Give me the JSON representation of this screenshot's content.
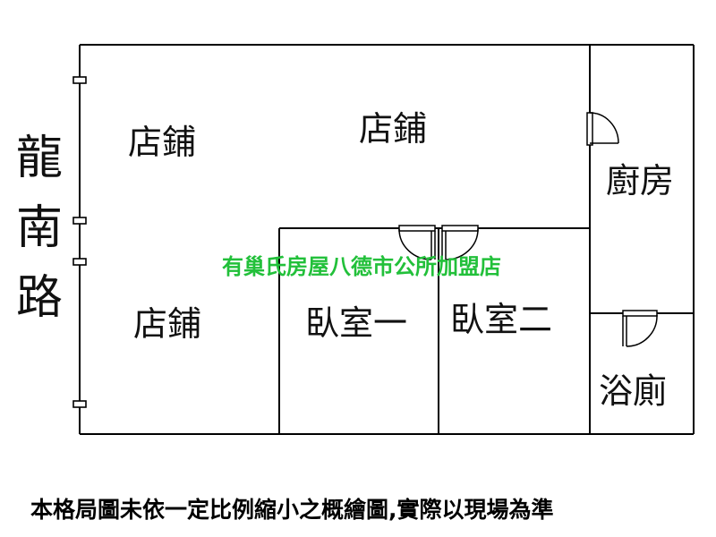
{
  "road": {
    "name": "龍南路"
  },
  "rooms": {
    "shop_top_left": "店鋪",
    "shop_top_center": "店鋪",
    "shop_bottom_left": "店鋪",
    "kitchen": "廚房",
    "bedroom_one": "臥室一",
    "bedroom_two": "臥室二",
    "bathroom": "浴廁"
  },
  "watermark": {
    "text": "有巢氏房屋八德市公所加盟店",
    "color": "#22c03a"
  },
  "disclaimer": {
    "text": "本格局圖未依一定比例縮小之概繪圖,實際以現場為準"
  },
  "colors": {
    "wall": "#000000",
    "background": "#ffffff",
    "text": "#111111"
  }
}
